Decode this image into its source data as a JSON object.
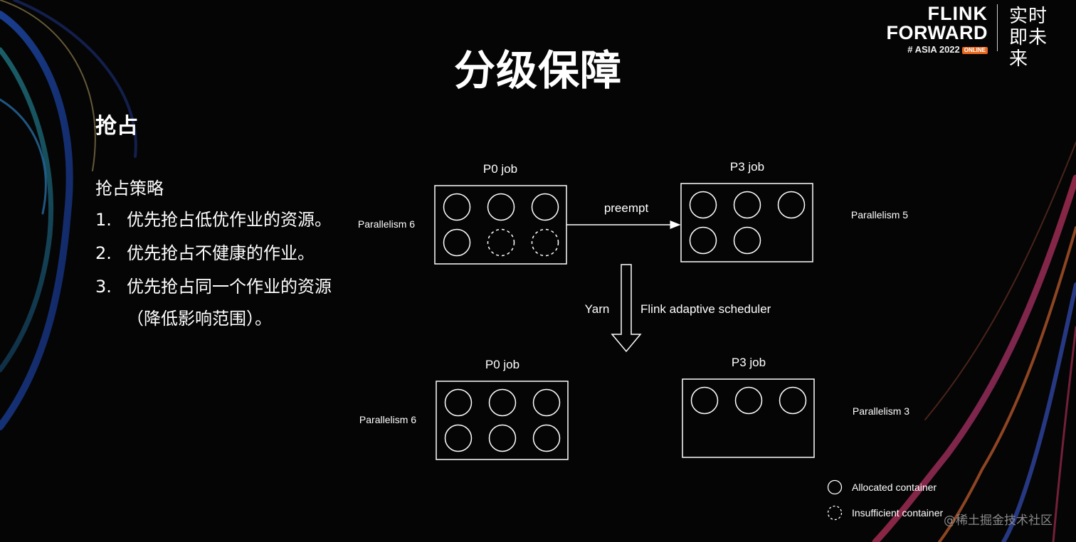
{
  "logo": {
    "line1": "FLINK",
    "line2": "FORWARD",
    "line3": "# ASIA 2022",
    "badge": "ONLINE",
    "cn": "实时即未来"
  },
  "title": "分级保障",
  "subtitle": "抢占",
  "strategy": {
    "heading": "抢占策略",
    "items": [
      {
        "num": "1.",
        "text": "优先抢占低优作业的资源。"
      },
      {
        "num": "2.",
        "text": "优先抢占不健康的作业。"
      },
      {
        "num": "3.",
        "text": "优先抢占同一个作业的资源"
      }
    ],
    "item3_cont": "（降低影响范围）。"
  },
  "diagram": {
    "top_left": {
      "label": "P0 job",
      "parallelism": "Parallelism 6",
      "allocated": 4,
      "insufficient": 2
    },
    "top_right": {
      "label": "P3 job",
      "parallelism": "Parallelism 5",
      "allocated": 5,
      "insufficient": 0
    },
    "bottom_left": {
      "label": "P0 job",
      "parallelism": "Parallelism 6",
      "allocated": 6,
      "insufficient": 0
    },
    "bottom_right": {
      "label": "P3 job",
      "parallelism": "Parallelism 3",
      "allocated": 3,
      "insufficient": 0
    },
    "preempt_label": "preempt",
    "yarn_label": "Yarn",
    "scheduler_label": "Flink adaptive scheduler"
  },
  "legend": {
    "allocated": "Allocated container",
    "insufficient": "Insufficient  container"
  },
  "watermark": "@稀土掘金技术社区"
}
